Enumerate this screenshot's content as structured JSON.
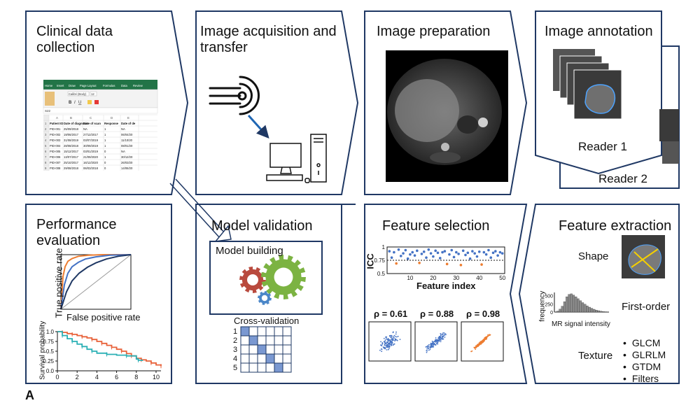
{
  "panels": {
    "clinical": {
      "title": "Clinical data collection"
    },
    "acquisition": {
      "title": "Image acquisition and transfer"
    },
    "preparation": {
      "title": "Image preparation"
    },
    "annotation": {
      "title": "Image annotation",
      "reader1": "Reader 1",
      "reader2": "Reader 2"
    },
    "performance": {
      "title": "Performance evaluation",
      "roc_ylabel": "True positive rate",
      "roc_xlabel": "False positive rate",
      "km_ylabel": "Survival probability"
    },
    "validation": {
      "title": "Model validation",
      "building": "Model building",
      "cv_title": "Cross-validation",
      "fold_labels": [
        "1",
        "2",
        "3",
        "4",
        "5"
      ]
    },
    "selection": {
      "title": "Feature selection",
      "icc_ylabel": "ICC",
      "icc_xlabel": "Feature index",
      "rho": [
        "ρ = 0.61",
        "ρ = 0.88",
        "ρ = 0.98"
      ]
    },
    "extraction": {
      "title": "Feature extraction",
      "shape": "Shape",
      "first_order": "First-order",
      "texture": "Texture",
      "hist_xlabel": "MR signal intensity",
      "hist_ylabel": "frequency",
      "texture_items": [
        "GLCM",
        "GLRLM",
        "GTDM",
        "Filters"
      ]
    }
  },
  "spreadsheet": {
    "ribbon_tabs": [
      "Home",
      "Insert",
      "Draw",
      "Page Layout",
      "Formulas",
      "Data",
      "Review"
    ],
    "font": "Calibri (Body)",
    "font_size": "12",
    "cell_ref": "S22",
    "col_letters": [
      "A",
      "B",
      "C",
      "D",
      "E"
    ],
    "headers": [
      "Patient ID",
      "Date of diagnosis",
      "Date of scan",
      "Response",
      "Date of de"
    ],
    "rows": [
      [
        "PID-001",
        "25/09/2018",
        "NA",
        "1",
        "NA"
      ],
      [
        "PID-002",
        "19/06/2017",
        "27/12/2017",
        "1",
        "06/04/20"
      ],
      [
        "PID-003",
        "31/08/2019",
        "03/07/2019",
        "1",
        "11/10/20"
      ],
      [
        "PID-004",
        "28/08/2018",
        "30/09/2019",
        "1",
        "08/01/20"
      ],
      [
        "PID-005",
        "15/12/2017",
        "03/01/2019",
        "0",
        "NA"
      ],
      [
        "PID-006",
        "13/07/2017",
        "21/09/2020",
        "1",
        "30/12/20"
      ],
      [
        "PID-007",
        "25/10/2017",
        "16/12/2020",
        "0",
        "26/03/20"
      ],
      [
        "PID-008",
        "29/08/2018",
        "06/03/2018",
        "0",
        "14/06/20"
      ]
    ]
  },
  "chart_data": [
    {
      "type": "line",
      "title": "",
      "xlabel": "False positive rate",
      "ylabel": "True positive rate",
      "xlim": [
        0,
        1
      ],
      "ylim": [
        0,
        1
      ],
      "series": [
        {
          "x": [
            0,
            0.03,
            0.06,
            0.1,
            0.16,
            0.25,
            0.4,
            0.6,
            1
          ],
          "y": [
            0,
            0.6,
            0.78,
            0.88,
            0.93,
            0.97,
            0.99,
            1,
            1
          ],
          "color": "#ed7d31"
        },
        {
          "x": [
            0,
            0.05,
            0.1,
            0.16,
            0.25,
            0.35,
            0.5,
            0.7,
            1
          ],
          "y": [
            0,
            0.45,
            0.66,
            0.78,
            0.86,
            0.92,
            0.96,
            0.99,
            1
          ],
          "color": "#4472c4"
        },
        {
          "x": [
            0,
            0.08,
            0.16,
            0.26,
            0.38,
            0.5,
            0.65,
            0.82,
            1
          ],
          "y": [
            0,
            0.32,
            0.52,
            0.66,
            0.77,
            0.85,
            0.92,
            0.97,
            1
          ],
          "color": "#1f3864"
        }
      ]
    },
    {
      "type": "line",
      "title": "",
      "xlabel": "",
      "ylabel": "Survival probability",
      "xlim": [
        0,
        10.5
      ],
      "ylim": [
        0,
        1
      ],
      "xticks": [
        0,
        2,
        4,
        6,
        8,
        10
      ],
      "yticks": [
        0.0,
        0.25,
        0.5,
        0.75,
        1.0
      ],
      "series": [
        {
          "x": [
            0,
            0.5,
            1,
            1.5,
            2,
            2.5,
            3,
            3.5,
            4,
            4.5,
            5,
            5.5,
            6,
            6.5,
            7,
            7.5,
            8,
            8.5,
            9,
            9.5,
            10,
            10.5
          ],
          "y": [
            1,
            0.98,
            0.95,
            0.93,
            0.9,
            0.87,
            0.84,
            0.8,
            0.75,
            0.7,
            0.65,
            0.6,
            0.55,
            0.5,
            0.44,
            0.38,
            0.32,
            0.28,
            0.25,
            0.2,
            0.15,
            0.12
          ],
          "color": "#e8623a"
        },
        {
          "x": [
            0,
            0.5,
            1,
            1.5,
            2,
            2.5,
            3,
            3.5,
            4,
            5,
            6,
            7,
            8,
            8.2,
            8.6
          ],
          "y": [
            1,
            0.9,
            0.82,
            0.75,
            0.68,
            0.62,
            0.55,
            0.5,
            0.45,
            0.42,
            0.4,
            0.38,
            0.3,
            0.27,
            0.25
          ],
          "color": "#2bb0b5"
        }
      ]
    },
    {
      "type": "scatter",
      "title": "",
      "xlabel": "Feature index",
      "ylabel": "ICC",
      "xlim": [
        0,
        51
      ],
      "ylim": [
        0.5,
        1
      ],
      "xticks": [
        10,
        20,
        30,
        40,
        50
      ],
      "yticks": [
        0.5,
        0.75,
        1
      ],
      "threshold": 0.75,
      "x": [
        1,
        2,
        3,
        4,
        5,
        6,
        7,
        8,
        9,
        10,
        11,
        12,
        13,
        14,
        15,
        16,
        17,
        18,
        19,
        20,
        21,
        22,
        23,
        24,
        25,
        26,
        27,
        28,
        29,
        30,
        31,
        32,
        33,
        34,
        35,
        36,
        37,
        38,
        39,
        40,
        41,
        42,
        43,
        44,
        45,
        46,
        47,
        48,
        49,
        50
      ],
      "y": [
        0.92,
        0.8,
        0.9,
        0.69,
        0.95,
        0.83,
        0.88,
        0.94,
        0.78,
        0.86,
        0.9,
        0.84,
        0.93,
        0.7,
        0.87,
        0.91,
        0.8,
        0.95,
        0.88,
        0.82,
        0.93,
        0.89,
        0.79,
        0.9,
        0.92,
        0.68,
        0.86,
        0.94,
        0.81,
        0.9,
        0.87,
        0.66,
        0.93,
        0.85,
        0.89,
        0.78,
        0.92,
        0.88,
        0.82,
        0.91,
        0.67,
        0.9,
        0.86,
        0.94,
        0.8,
        0.89,
        0.92,
        0.84,
        0.9,
        0.88
      ]
    },
    {
      "type": "scatter",
      "title": "ρ = 0.61",
      "correlation": 0.61
    },
    {
      "type": "scatter",
      "title": "ρ = 0.88",
      "correlation": 0.88
    },
    {
      "type": "scatter",
      "title": "ρ = 0.98",
      "correlation": 0.98
    },
    {
      "type": "bar",
      "title": "",
      "xlabel": "MR signal intensity",
      "ylabel": "frequency",
      "yticks": [
        0,
        250,
        500
      ],
      "values": [
        8,
        30,
        90,
        180,
        320,
        470,
        540,
        560,
        520,
        470,
        410,
        350,
        290,
        240,
        190,
        150,
        115,
        85,
        60,
        42,
        28,
        18,
        10,
        6
      ]
    }
  ],
  "colors": {
    "panel_border": "#1f3864",
    "blue": "#4472c4",
    "orange": "#ed7d31",
    "gear_red": "#b94a3e",
    "gear_green": "#7cb342",
    "gear_blue": "#4a86c8",
    "cv_fill": "#7a98d1"
  },
  "figure_label": "A"
}
